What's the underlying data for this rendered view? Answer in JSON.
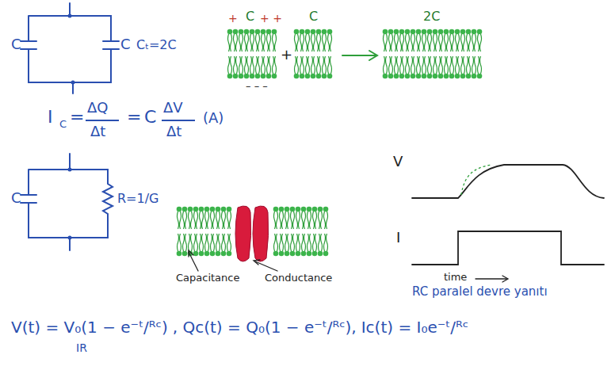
{
  "diagram": {
    "labels": [
      "C",
      "C",
      "Cₜ=2C",
      "+",
      "C",
      "+ +",
      "– – –",
      "+",
      "C",
      "2C",
      "I",
      "C",
      "=",
      "ΔQ",
      "Δt",
      "=",
      "C",
      "ΔV",
      "Δt",
      "(A)",
      "C",
      "R=1/G",
      "Capacitance",
      "Conductance",
      "V",
      "I",
      "time",
      "RC paralel devre yanıtı",
      "V(t) = V₀(1 − e⁻ᵗ/ᴿᶜ)",
      "IR",
      ", Qc(t) = Q₀(1 − e⁻ᵗ/ᴿᶜ),",
      "Ic(t) = I₀e⁻ᵗ/ᴿᶜ"
    ]
  }
}
